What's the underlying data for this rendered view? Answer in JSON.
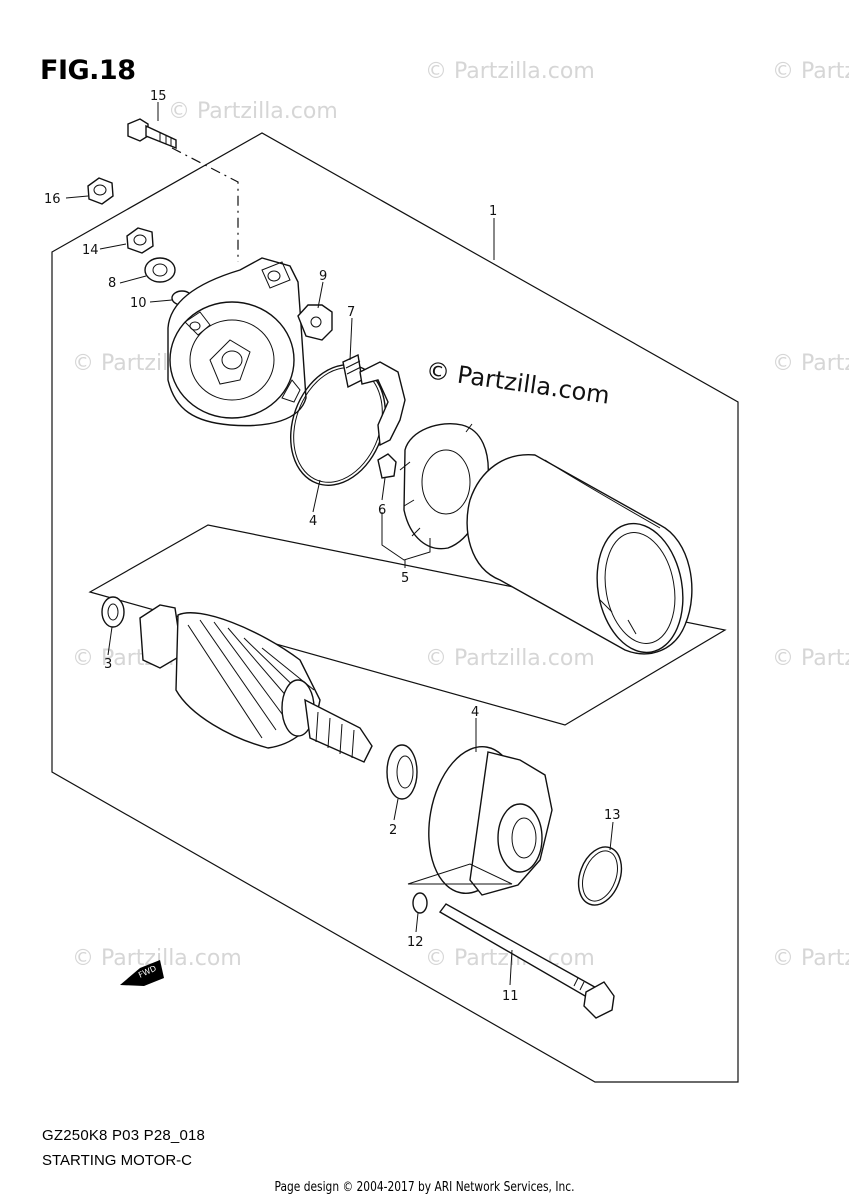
{
  "figure": {
    "title": "FIG.18",
    "model_code": "GZ250K8 P03 P28_018",
    "assembly_name": "STARTING MOTOR-C"
  },
  "watermark": {
    "main": "© Partzilla.com",
    "faint": "© Partzilla.com"
  },
  "forward_marker": "FWD",
  "copyright": "Page design © 2004-2017 by ARI Network Services, Inc.",
  "callouts": {
    "c1": "1",
    "c2": "2",
    "c3": "3",
    "c4a": "4",
    "c4b": "4",
    "c5": "5",
    "c6": "6",
    "c7": "7",
    "c8": "8",
    "c9": "9",
    "c10": "10",
    "c11": "11",
    "c12": "12",
    "c13": "13",
    "c14": "14",
    "c15": "15",
    "c16": "16"
  }
}
